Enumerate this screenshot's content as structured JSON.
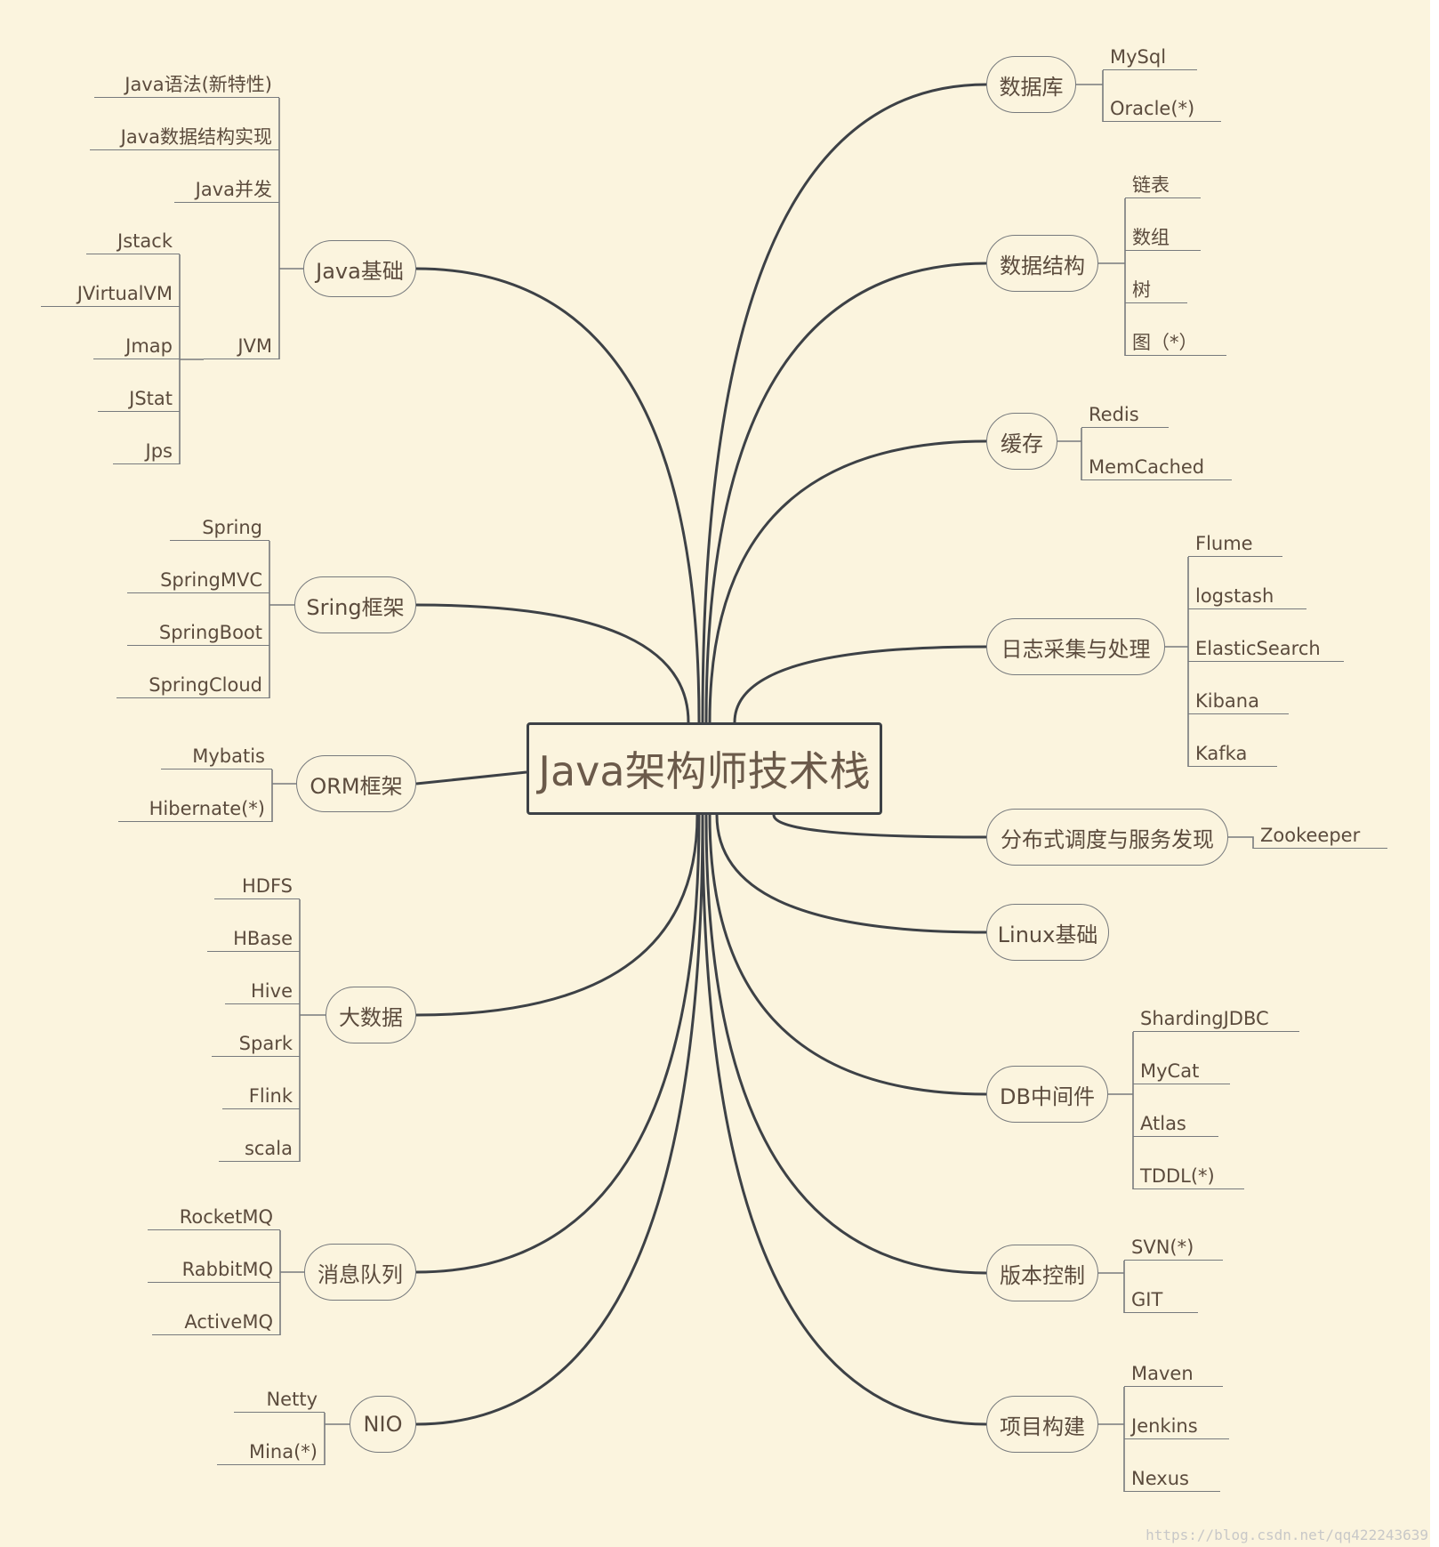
{
  "root": {
    "label": "Java架构师技术栈"
  },
  "branches": [
    {
      "id": "db",
      "label": "数据库",
      "side": "right",
      "children": [
        "MySql",
        "Oracle(*)"
      ]
    },
    {
      "id": "ds",
      "label": "数据结构",
      "side": "right",
      "children": [
        "链表",
        "数组",
        "树",
        "图（*）"
      ]
    },
    {
      "id": "cache",
      "label": "缓存",
      "side": "right",
      "children": [
        "Redis",
        "MemCached"
      ]
    },
    {
      "id": "log",
      "label": "日志采集与处理",
      "side": "right",
      "children": [
        "Flume",
        "logstash",
        "ElasticSearch",
        "Kibana",
        "Kafka"
      ]
    },
    {
      "id": "dist",
      "label": "分布式调度与服务发现",
      "side": "right",
      "children": [
        "Zookeeper"
      ]
    },
    {
      "id": "linux",
      "label": "Linux基础",
      "side": "right",
      "children": []
    },
    {
      "id": "dbmid",
      "label": "DB中间件",
      "side": "right",
      "children": [
        "ShardingJDBC",
        "MyCat",
        "Atlas",
        "TDDL(*)"
      ]
    },
    {
      "id": "vcs",
      "label": "版本控制",
      "side": "right",
      "children": [
        "SVN(*)",
        "GIT"
      ]
    },
    {
      "id": "build",
      "label": "项目构建",
      "side": "right",
      "children": [
        "Maven",
        "Jenkins",
        "Nexus"
      ]
    },
    {
      "id": "javabase",
      "label": "Java基础",
      "side": "left",
      "children": [
        "Java语法(新特性)",
        "Java数据结构实现",
        "Java并发",
        "JVM"
      ],
      "jvm_children": [
        "Jstack",
        "JVirtualVM",
        "Jmap",
        "JStat",
        "Jps"
      ]
    },
    {
      "id": "spring",
      "label": "Sring框架",
      "side": "left",
      "children": [
        "Spring",
        "SpringMVC",
        "SpringBoot",
        "SpringCloud"
      ]
    },
    {
      "id": "orm",
      "label": "ORM框架",
      "side": "left",
      "children": [
        "Mybatis",
        "Hibernate(*)"
      ]
    },
    {
      "id": "bigdata",
      "label": "大数据",
      "side": "left",
      "children": [
        "HDFS",
        "HBase",
        "Hive",
        "Spark",
        "Flink",
        "scala"
      ]
    },
    {
      "id": "mq",
      "label": "消息队列",
      "side": "left",
      "children": [
        "RocketMQ",
        "RabbitMQ",
        "ActiveMQ"
      ]
    },
    {
      "id": "nio",
      "label": "NIO",
      "side": "left",
      "children": [
        "Netty",
        "Mina(*)"
      ]
    }
  ],
  "watermark": "https://blog.csdn.net/qq422243639",
  "colors": {
    "background": "#fbf4de",
    "line": "#3d4146",
    "text": "#5b4b3d"
  }
}
